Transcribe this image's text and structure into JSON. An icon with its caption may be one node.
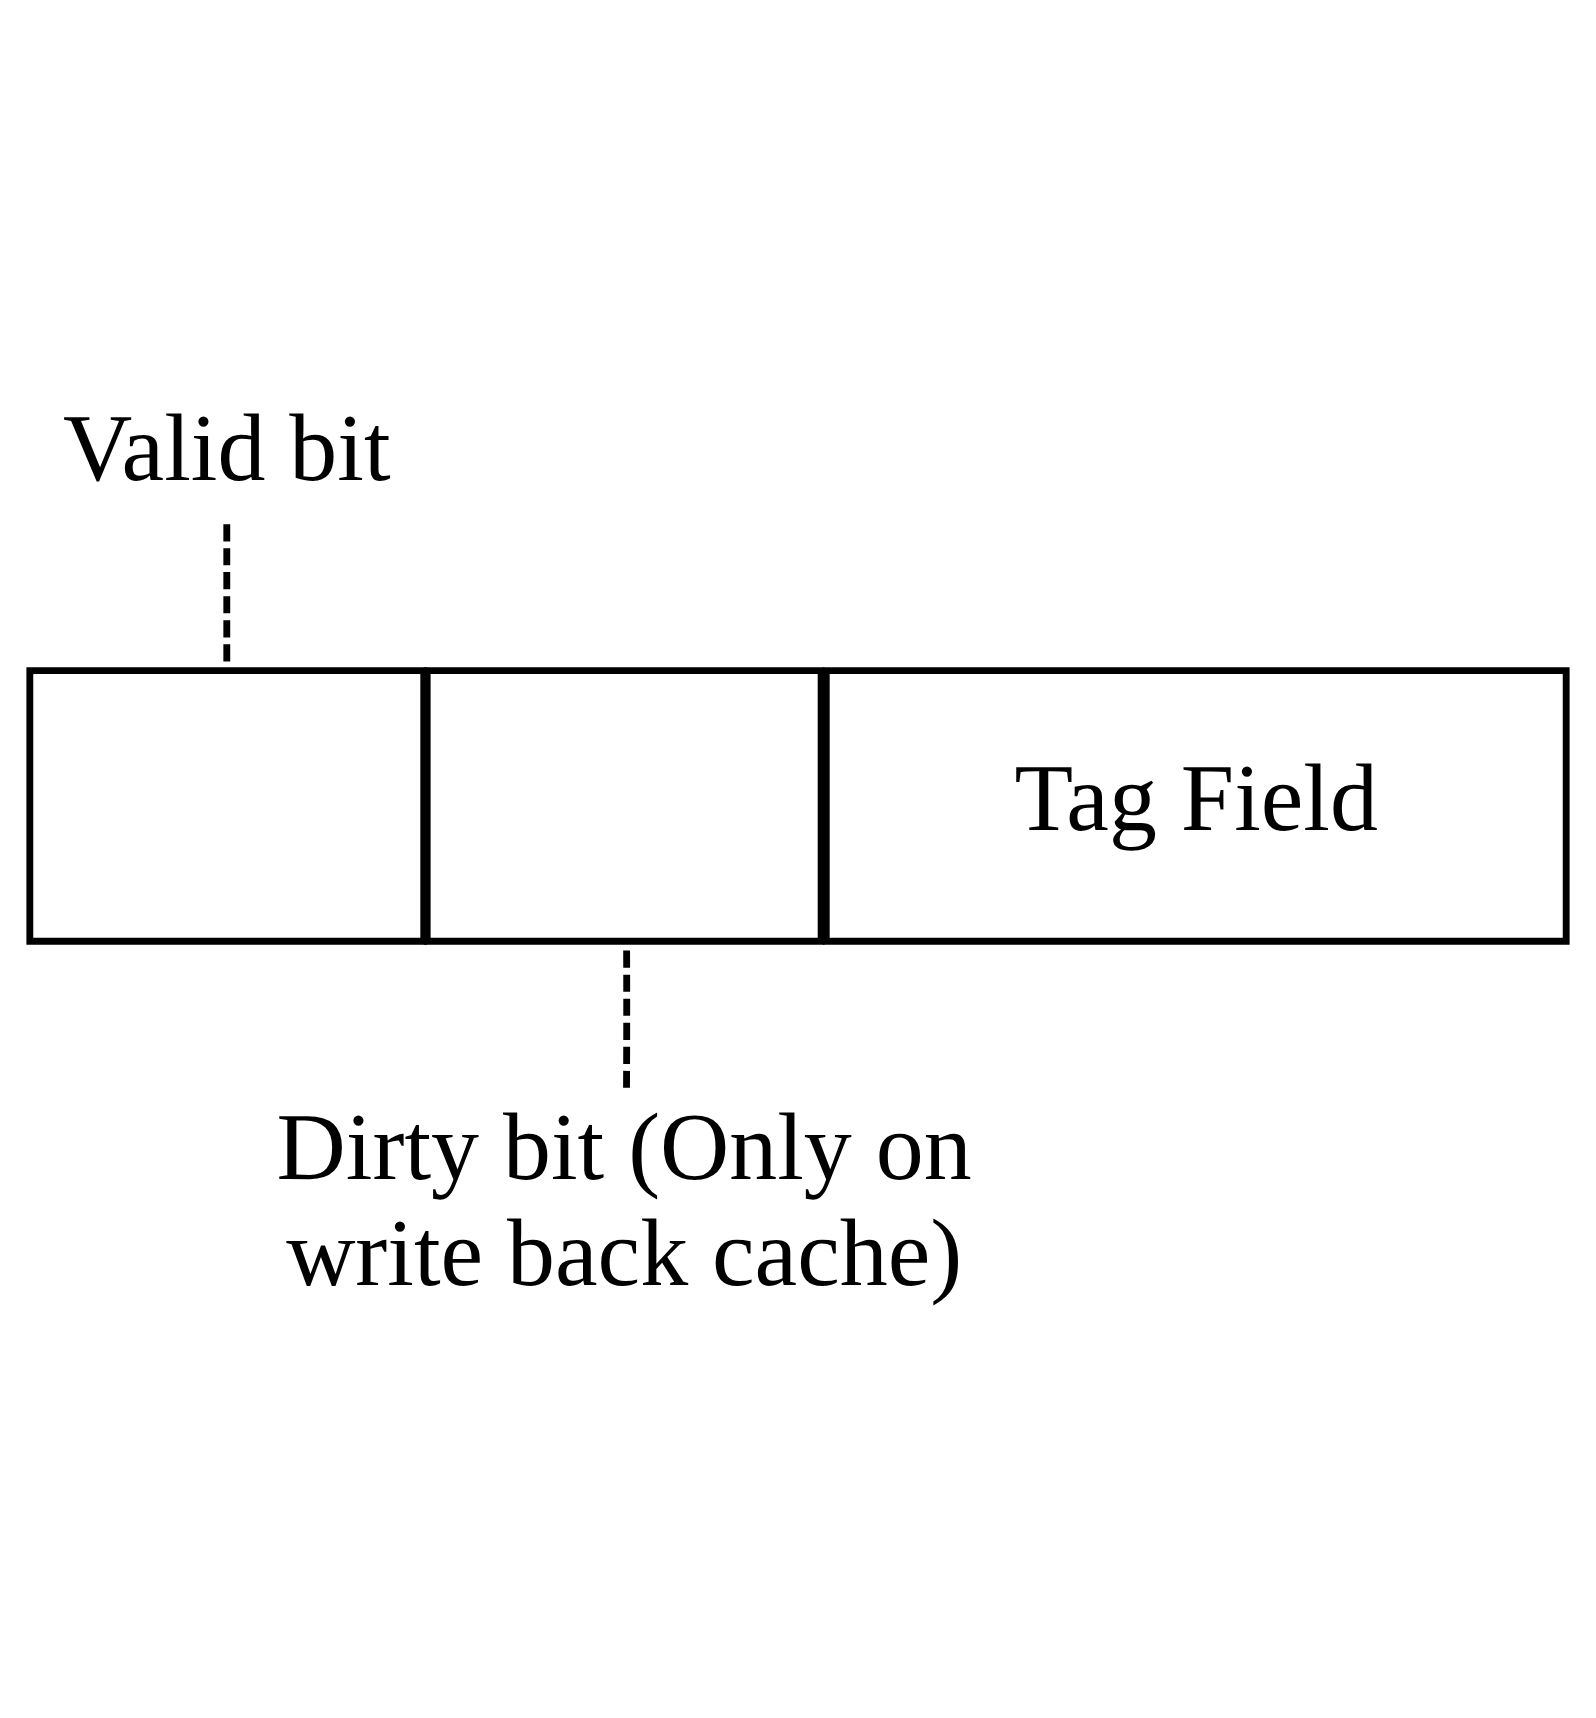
{
  "diagram": {
    "nodes": [
      {
        "text": [
          "Valid bit"
        ]
      },
      {
        "text": [],
        "shape": "box"
      },
      {
        "text": [],
        "shape": "box"
      },
      {
        "text": [
          "Tag Field"
        ]
      },
      {
        "text": [
          "Dirty bit (Only on write back cache)"
        ]
      }
    ],
    "edges": [
      {
        "from": 0,
        "to": 1,
        "arrow": "none",
        "style": "dashed"
      },
      {
        "from": 4,
        "to": 2,
        "arrow": "none",
        "style": "dashed"
      }
    ]
  }
}
